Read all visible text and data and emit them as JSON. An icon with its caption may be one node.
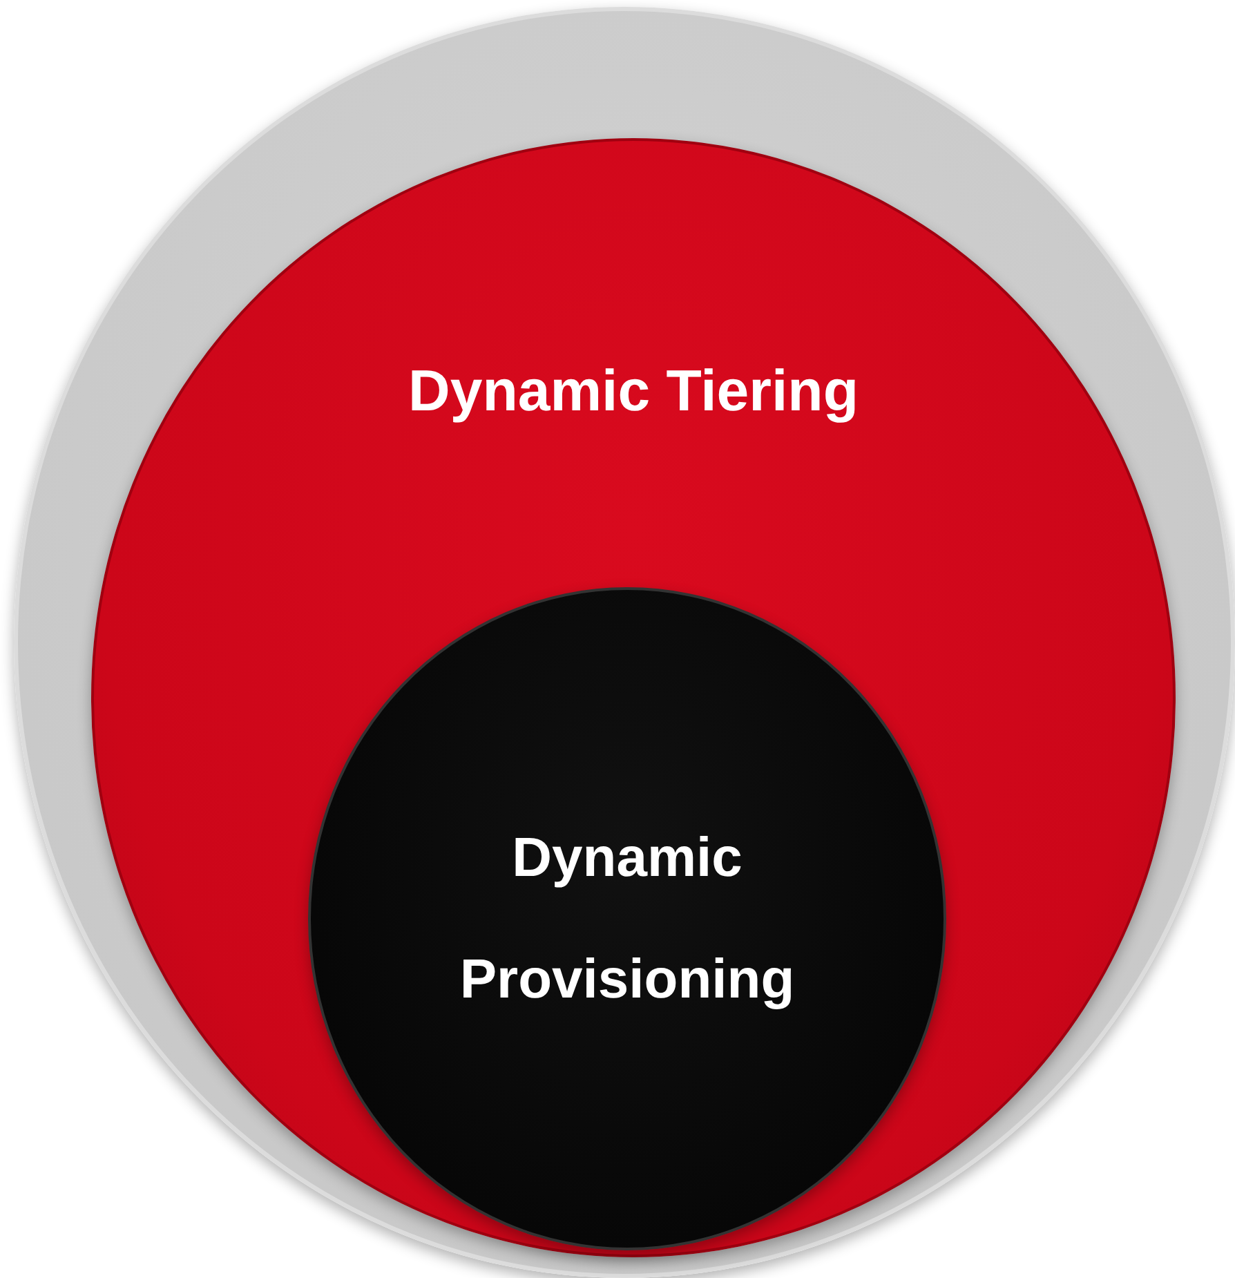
{
  "diagram": {
    "nodes": [
      {
        "text": [],
        "shape": "circle"
      },
      {
        "text": [
          "Dynamic Tiering"
        ],
        "in": 0
      },
      {
        "text": [
          "Dynamic Provisioning"
        ],
        "in": 1
      }
    ]
  }
}
